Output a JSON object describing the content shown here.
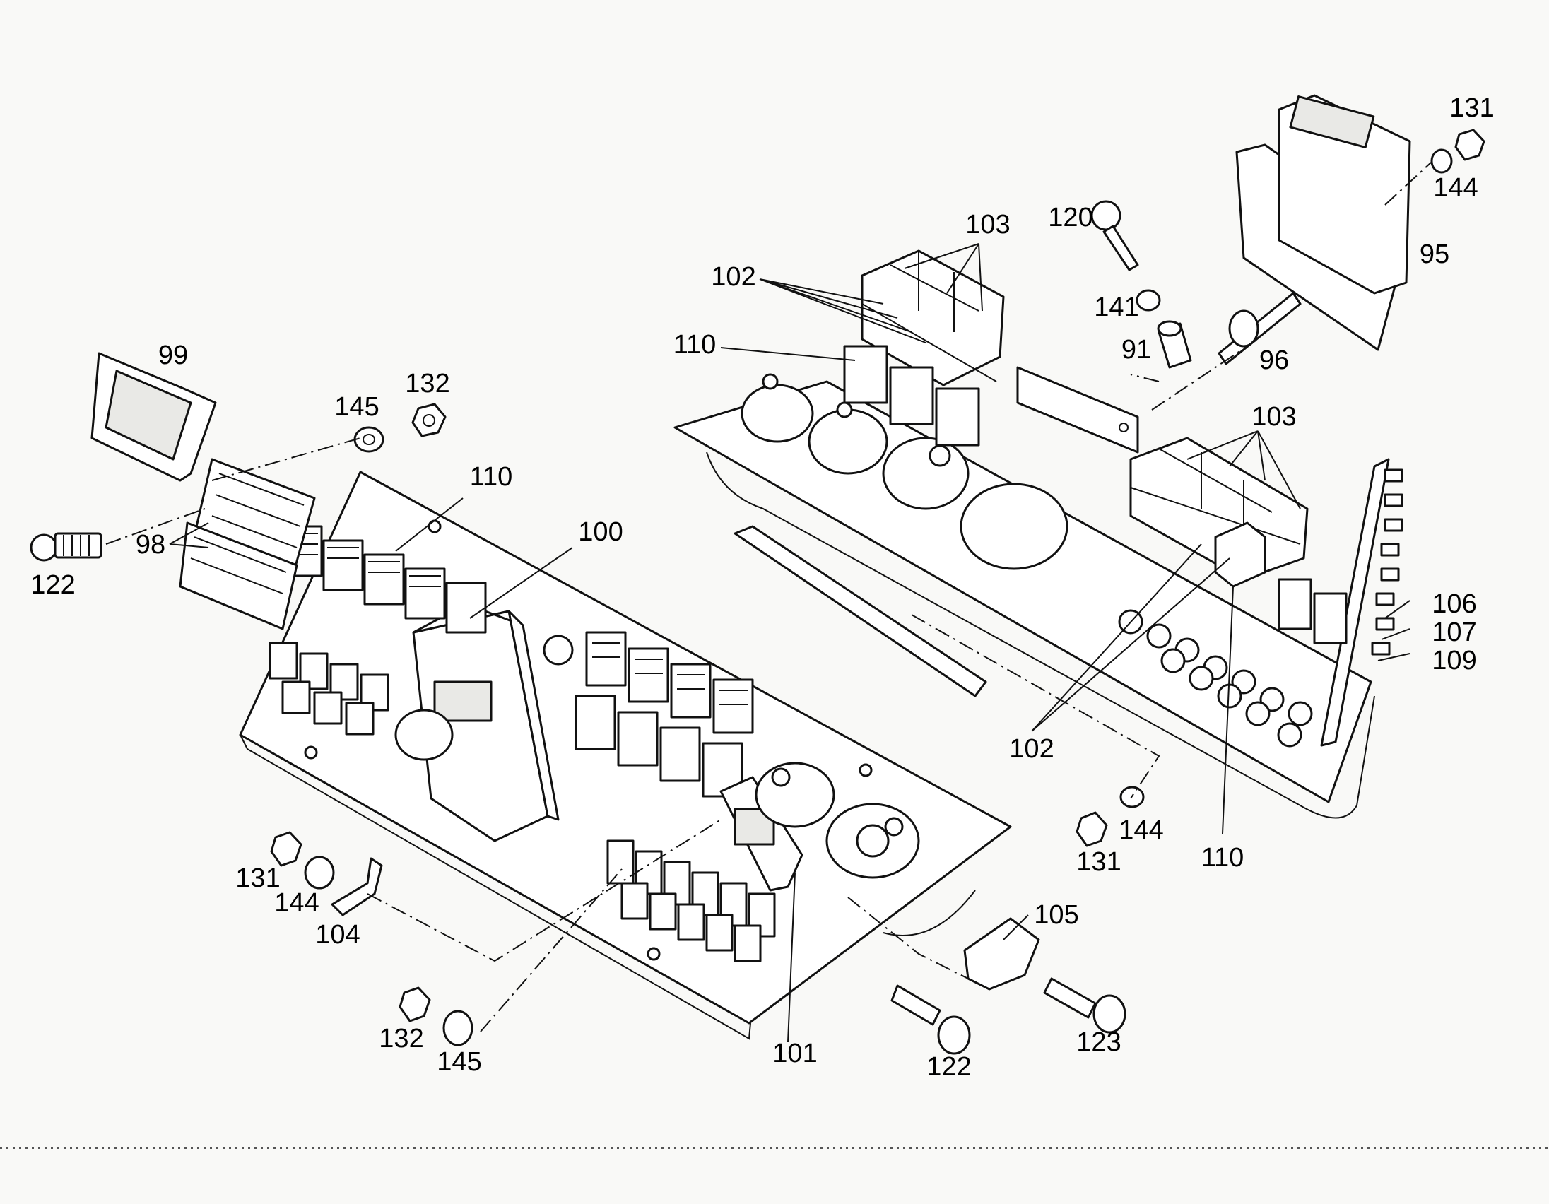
{
  "callouts": [
    {
      "id": "c99",
      "text": "99"
    },
    {
      "id": "c145a",
      "text": "145"
    },
    {
      "id": "c132a",
      "text": "132"
    },
    {
      "id": "c110a",
      "text": "110"
    },
    {
      "id": "c100",
      "text": "100"
    },
    {
      "id": "c98",
      "text": "98"
    },
    {
      "id": "c122a",
      "text": "122"
    },
    {
      "id": "c102a",
      "text": "102"
    },
    {
      "id": "c103a",
      "text": "103"
    },
    {
      "id": "c110b",
      "text": "110"
    },
    {
      "id": "c120",
      "text": "120"
    },
    {
      "id": "c141",
      "text": "141"
    },
    {
      "id": "c91",
      "text": "91"
    },
    {
      "id": "c96",
      "text": "96"
    },
    {
      "id": "c131a",
      "text": "131"
    },
    {
      "id": "c144a",
      "text": "144"
    },
    {
      "id": "c95",
      "text": "95"
    },
    {
      "id": "c103b",
      "text": "103"
    },
    {
      "id": "c106",
      "text": "106"
    },
    {
      "id": "c107",
      "text": "107"
    },
    {
      "id": "c109",
      "text": "109"
    },
    {
      "id": "c102b",
      "text": "102"
    },
    {
      "id": "c144b",
      "text": "144"
    },
    {
      "id": "c131b",
      "text": "131"
    },
    {
      "id": "c110c",
      "text": "110"
    },
    {
      "id": "c131c",
      "text": "131"
    },
    {
      "id": "c144c",
      "text": "144"
    },
    {
      "id": "c104",
      "text": "104"
    },
    {
      "id": "c105",
      "text": "105"
    },
    {
      "id": "c123",
      "text": "123"
    },
    {
      "id": "c132b",
      "text": "132"
    },
    {
      "id": "c145b",
      "text": "145"
    },
    {
      "id": "c101",
      "text": "101"
    },
    {
      "id": "c122b",
      "text": "122"
    }
  ],
  "colors": {
    "line": "#111111",
    "background": "#f9f9f7"
  }
}
